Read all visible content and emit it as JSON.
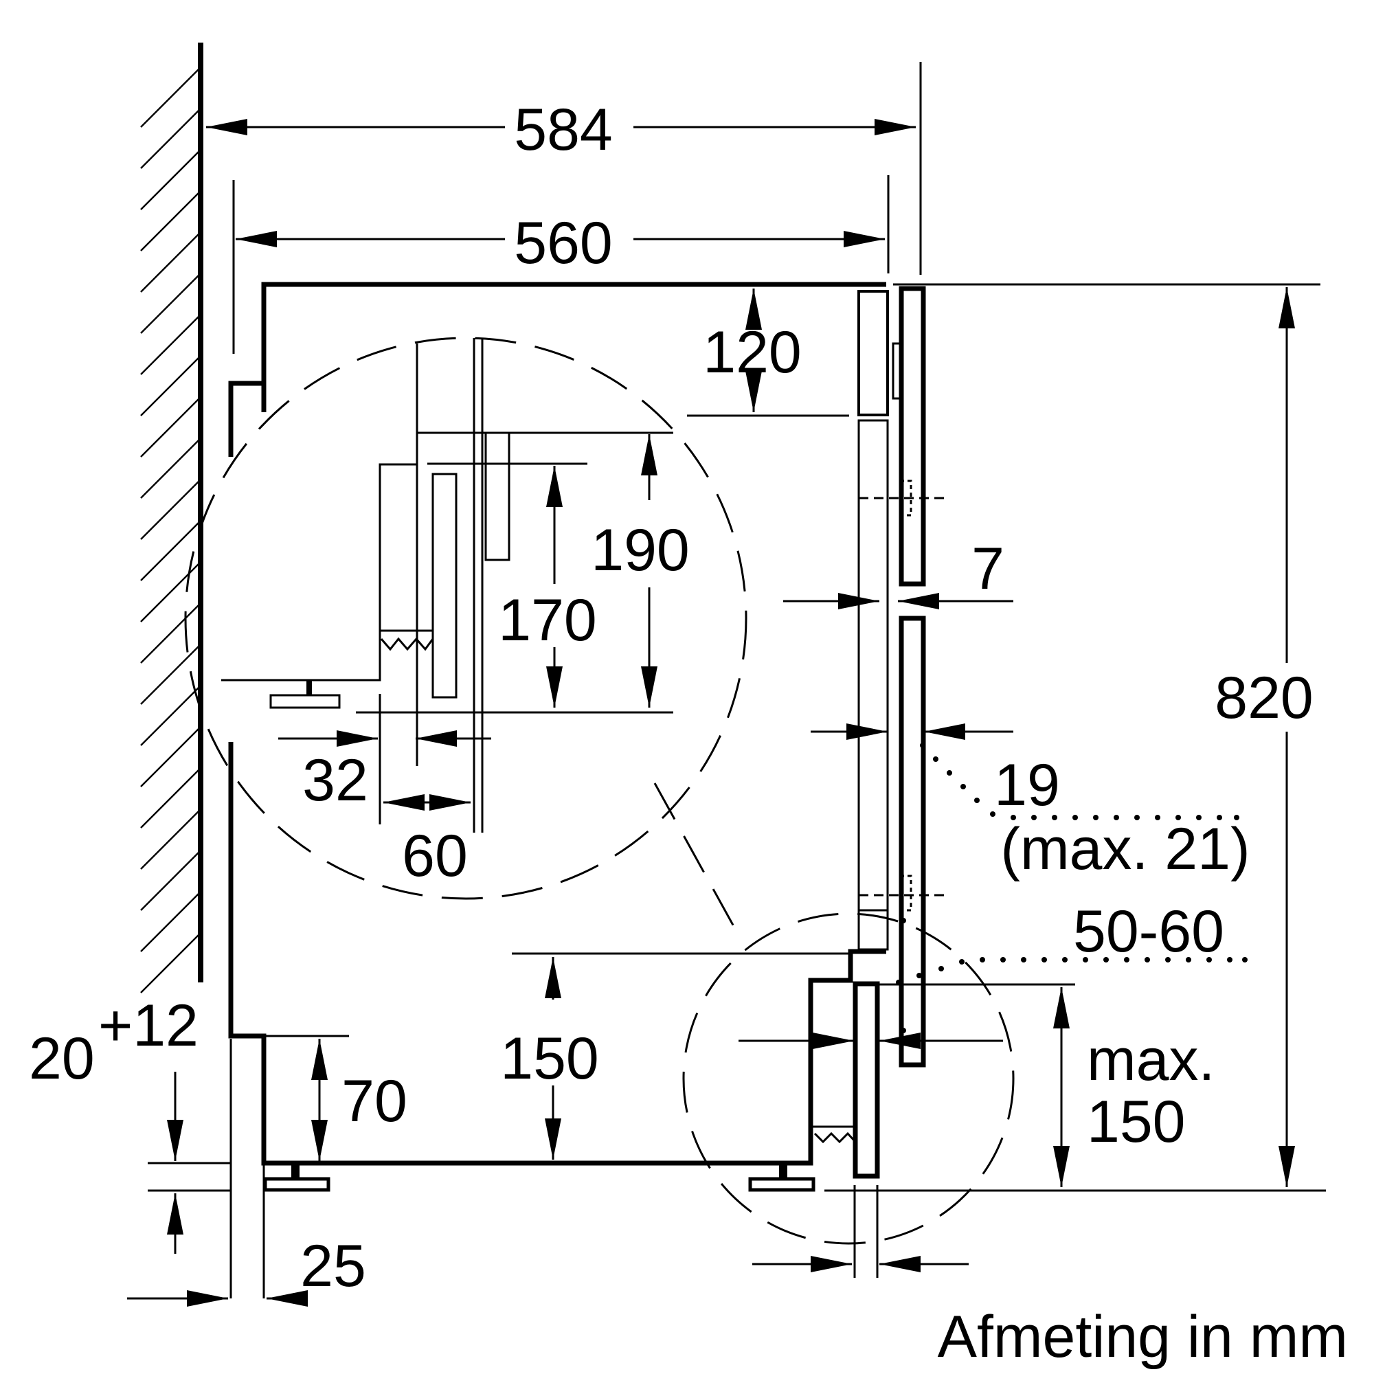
{
  "dimensions": {
    "overall_depth": "584",
    "cabinet_depth": "560",
    "top_clearance": "120",
    "rail_height": "190",
    "rail_inner_height": "170",
    "rail_offset": "32",
    "rail_width": "60",
    "front_gap": "7",
    "door_thickness": "19",
    "door_thickness_max": "(max. 21)",
    "plinth_overlap": "50-60",
    "bottom_clearance": "150",
    "plinth_height_label": "max.",
    "plinth_height_value": "150",
    "total_height": "820",
    "feet_height": "70",
    "base_range": "20",
    "base_range_plus": "+12",
    "wall_gap": "25"
  },
  "unit_note": "Afmeting in mm",
  "colors": {
    "line": "#000000",
    "background": "#ffffff"
  }
}
